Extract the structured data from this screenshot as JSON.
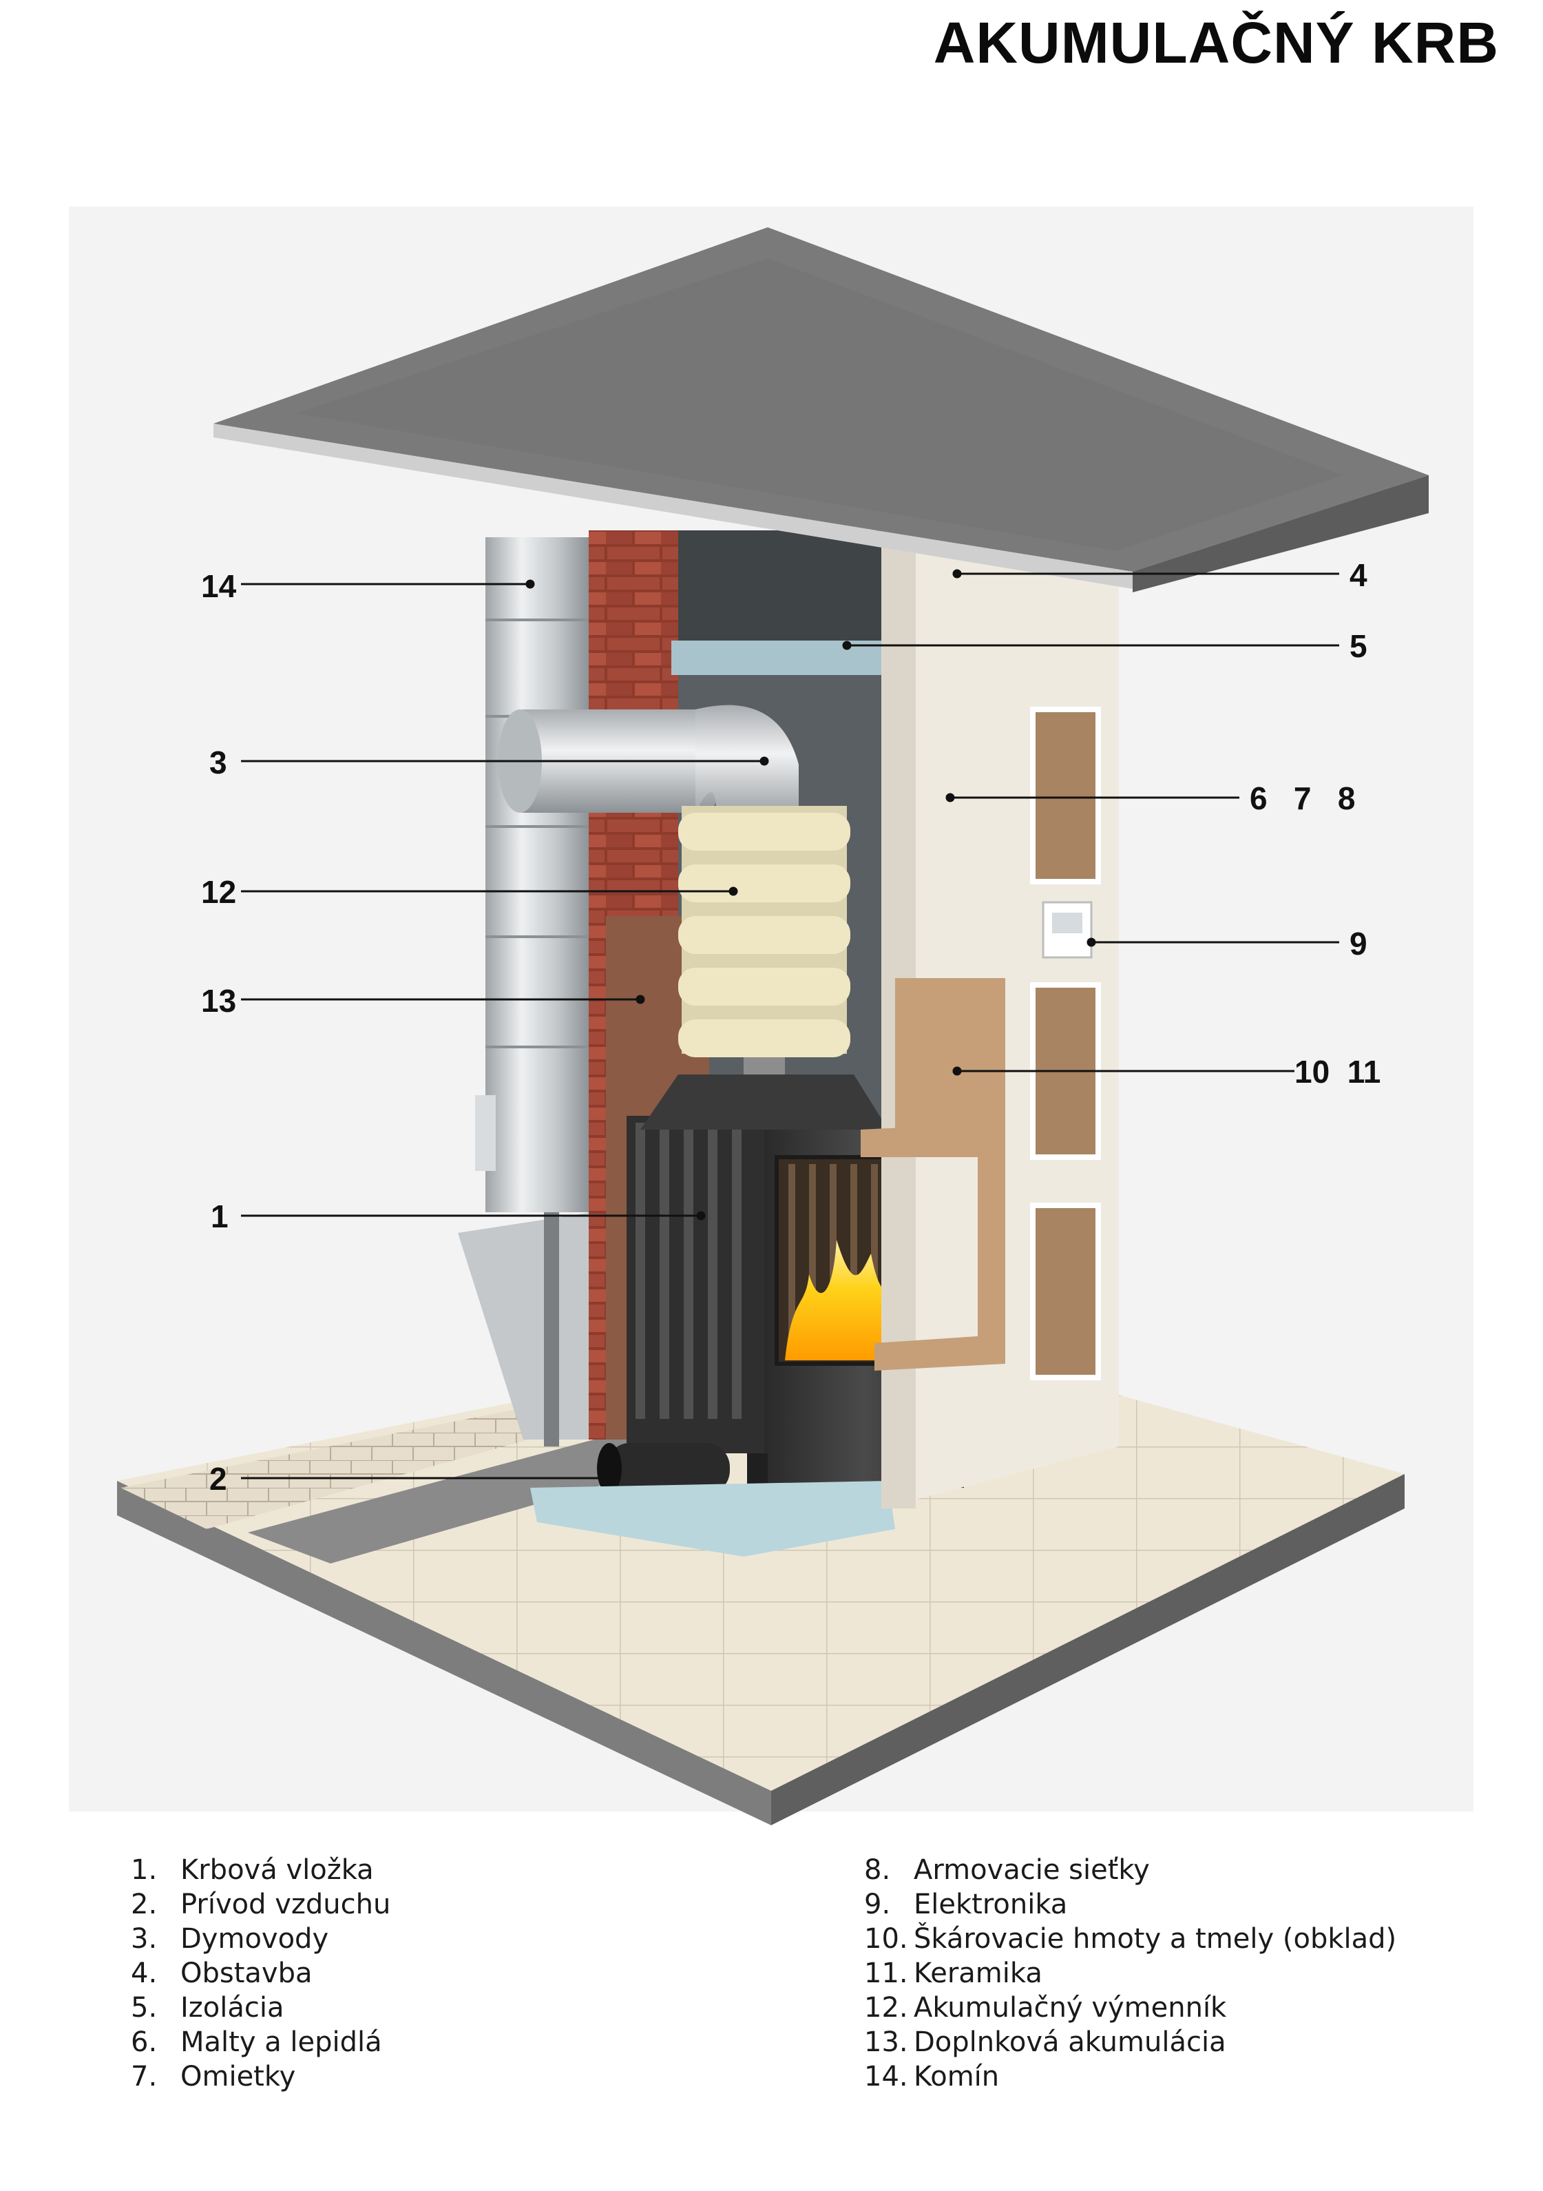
{
  "title": "AKUMULAČNÝ KRB",
  "callouts": {
    "c14": "14",
    "c3": "3",
    "c12": "12",
    "c13": "13",
    "c1": "1",
    "c2": "2",
    "c4": "4",
    "c5": "5",
    "c678": "6   7   8",
    "c9": "9",
    "c1011": "10  11"
  },
  "legend": [
    {
      "num": "1.",
      "label": "Krbová vložka"
    },
    {
      "num": "2.",
      "label": "Prívod vzduchu"
    },
    {
      "num": "3.",
      "label": "Dymovody"
    },
    {
      "num": "4.",
      "label": "Obstavba"
    },
    {
      "num": "5.",
      "label": "Izolácia"
    },
    {
      "num": "6.",
      "label": "Malty a lepidlá"
    },
    {
      "num": "7.",
      "label": "Omietky"
    },
    {
      "num": "8.",
      "label": "Armovacie sieťky"
    },
    {
      "num": "9.",
      "label": "Elektronika"
    },
    {
      "num": "10.",
      "label": "Škárovacie hmoty a tmely (obklad)"
    },
    {
      "num": "11.",
      "label": "Keramika"
    },
    {
      "num": "12.",
      "label": "Akumulačný výmenník"
    },
    {
      "num": "13.",
      "label": "Doplnková akumulácia"
    },
    {
      "num": "14.",
      "label": "Komín"
    }
  ]
}
